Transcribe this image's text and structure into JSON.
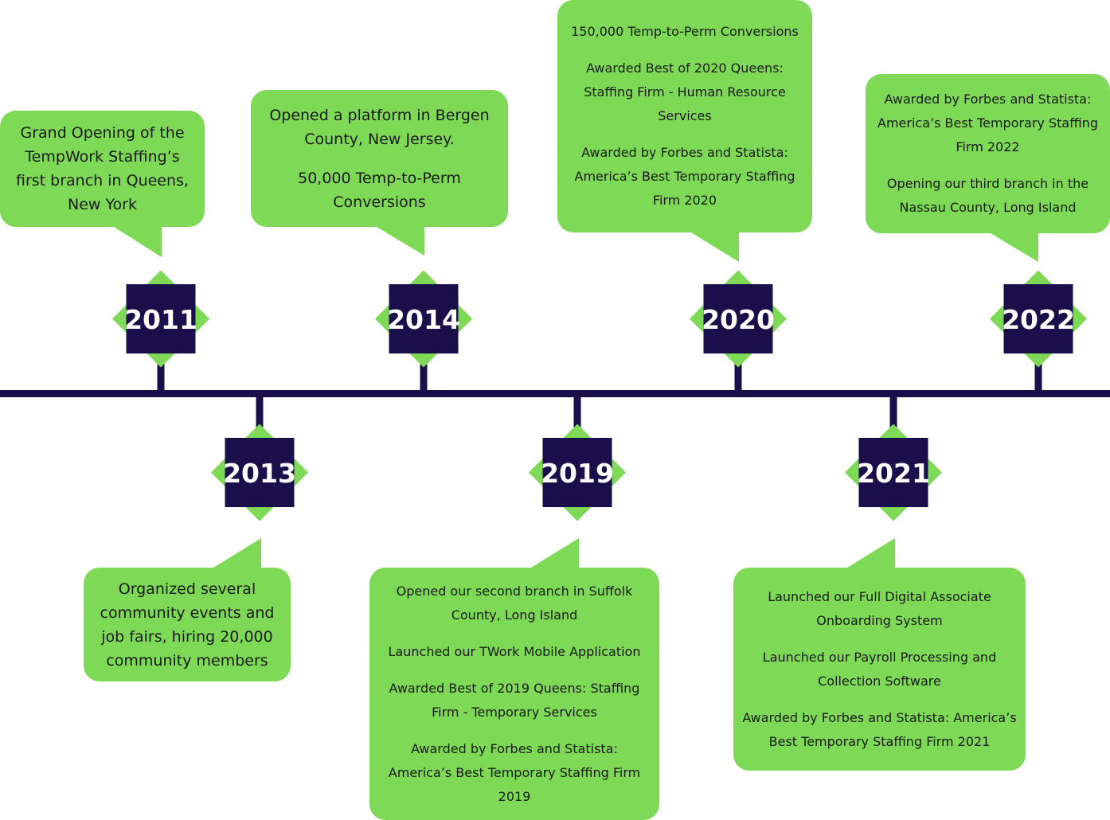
{
  "colors": {
    "bubble": "#7ed957",
    "badge": "#1a0f4a",
    "axis": "#1a0f4a",
    "badge_text": "#ffffff",
    "bubble_text": "#1a1a1a"
  },
  "events": [
    {
      "year": "2011",
      "side": "top",
      "paragraphs": [
        "Grand Opening of the TempWork Staffing’s first branch in Queens, New York"
      ]
    },
    {
      "year": "2013",
      "side": "bottom",
      "paragraphs": [
        "Organized several community events and job fairs, hiring 20,000 community members"
      ]
    },
    {
      "year": "2014",
      "side": "top",
      "paragraphs": [
        "Opened a platform in Bergen County, New Jersey.",
        "50,000 Temp-to-Perm Conversions"
      ]
    },
    {
      "year": "2019",
      "side": "bottom",
      "paragraphs": [
        "Opened our second branch in Suffolk County, Long Island",
        "Launched our TWork Mobile Application",
        "Awarded Best of 2019 Queens: Staffing Firm - Temporary Services",
        "Awarded by Forbes and Statista: America’s Best Temporary Staffing Firm 2019"
      ]
    },
    {
      "year": "2020",
      "side": "top",
      "paragraphs": [
        "150,000 Temp-to-Perm Conversions",
        "Awarded Best of 2020 Queens: Staffing Firm - Human Resource Services",
        "Awarded by Forbes and Statista: America’s Best Temporary Staffing Firm 2020"
      ]
    },
    {
      "year": "2021",
      "side": "bottom",
      "paragraphs": [
        "Launched our Full Digital Associate Onboarding System",
        "Launched our Payroll Processing and Collection Software",
        "Awarded by Forbes and Statista: America’s Best Temporary Staffing Firm 2021"
      ]
    },
    {
      "year": "2022",
      "side": "top",
      "paragraphs": [
        "Awarded by Forbes and Statista: America’s Best Temporary Staffing Firm 2022",
        "Opening our third branch in the Nassau County, Long Island"
      ]
    }
  ]
}
